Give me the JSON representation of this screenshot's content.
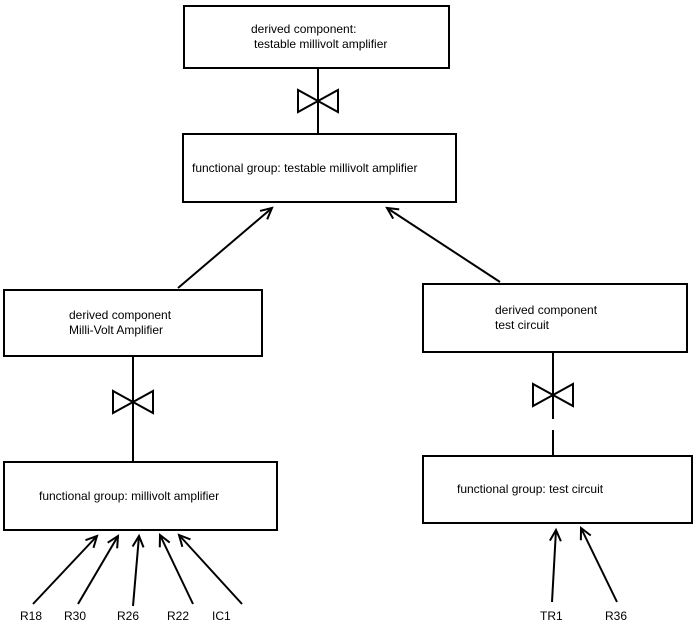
{
  "boxes": {
    "derived_testable": {
      "line1": "derived component:",
      "line2": "testable millivolt amplifier"
    },
    "fg_testable": {
      "label": "functional group: testable millivolt amplifier"
    },
    "derived_mva": {
      "line1": "derived component",
      "line2": "Milli-Volt Amplifier"
    },
    "derived_test": {
      "line1": "derived component",
      "line2": "test circuit"
    },
    "fg_mva": {
      "label": "functional group: millivolt amplifier"
    },
    "fg_test": {
      "label": "functional group: test circuit"
    }
  },
  "component_labels_left": [
    "R18",
    "R30",
    "R26",
    "R22",
    "IC1"
  ],
  "component_labels_right": [
    "TR1",
    "R36"
  ],
  "colors": {
    "line": "#000000",
    "background": "#ffffff",
    "text": "#000000"
  }
}
